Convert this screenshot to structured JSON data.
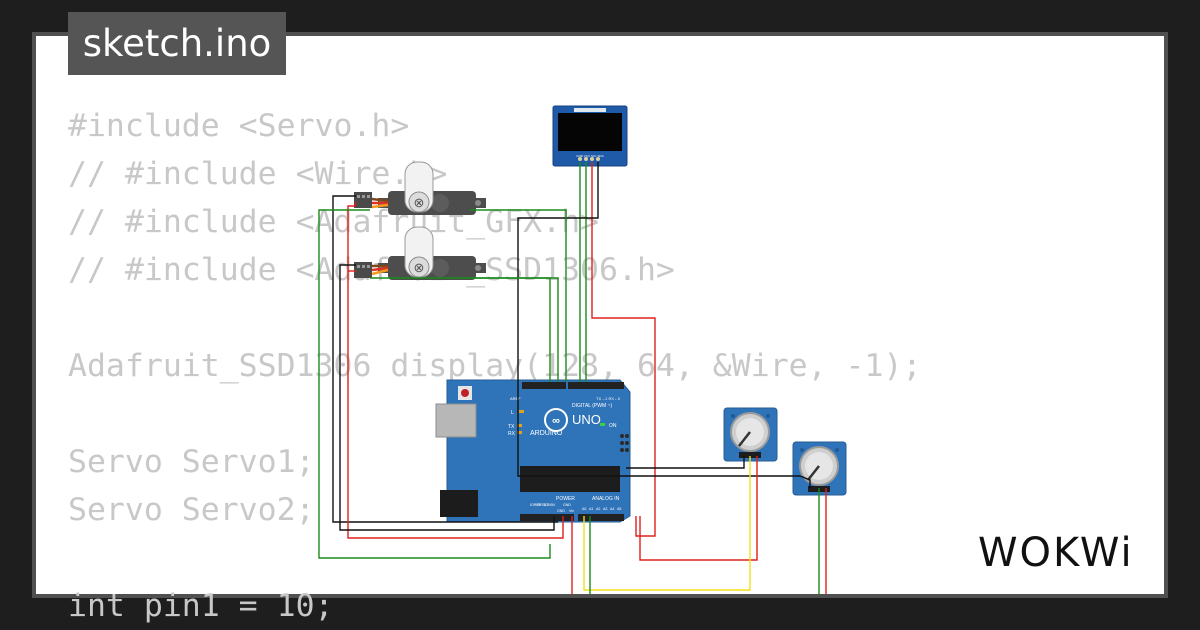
{
  "title": "sketch.ino",
  "code_lines": [
    "#include <Servo.h>",
    "// #include <Wire.h>",
    "// #include <Adafruit_GFX.h>",
    "// #include <Adafruit_SSD1306.h>",
    "",
    "Adafruit_SSD1306 display(128, 64, &Wire, -1);",
    "",
    "Servo Servo1;",
    "Servo Servo2;",
    "",
    "int pin1 = 10;"
  ],
  "brand": "WOKWi",
  "board": {
    "name": "UNO",
    "brand": "ARDUINO",
    "digital_label": "DIGITAL (PWM ~)",
    "power_label": "POWER",
    "analog_label": "ANALOG IN",
    "on_label": "ON",
    "tx_label": "TX",
    "rx_label": "RX",
    "l_label": "L",
    "aref_label": "AREF",
    "txrx_pins": "TX→1  RX←0",
    "power_pins": [
      "IOREF",
      "RESET",
      "3.3V",
      "5V",
      "GND",
      "GND",
      "Vin"
    ],
    "analog_pins": [
      "A0",
      "A1",
      "A2",
      "A3",
      "A4",
      "A5"
    ]
  },
  "oled_pins": "GND VCC SCL SDA",
  "colors": {
    "background": "#1e1e1e",
    "card_border": "#505050",
    "code_text": "#c8c8c8",
    "board": "#2f73b8",
    "wire_black": "#111111",
    "wire_red": "#e0201b",
    "wire_green": "#1a8c1a",
    "wire_yellow": "#f2e01a"
  }
}
